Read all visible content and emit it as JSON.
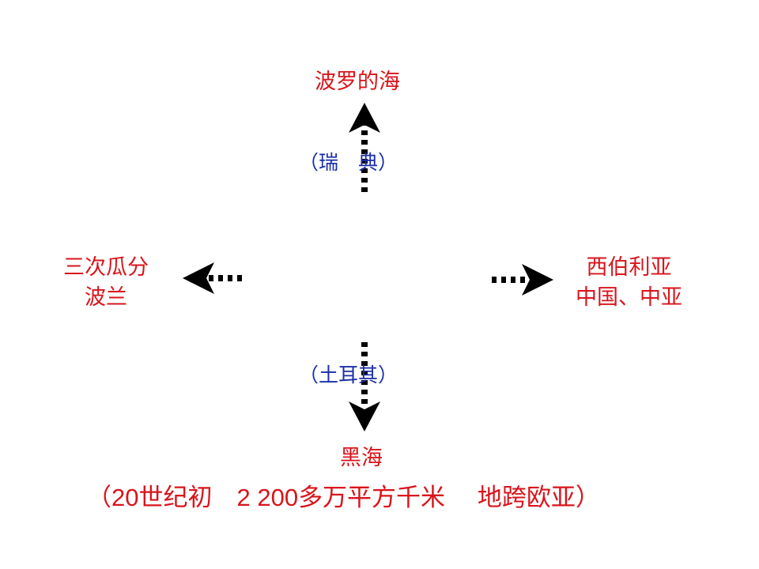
{
  "north": {
    "label": "波罗的海",
    "note": "（瑞　典）"
  },
  "west": {
    "line1": "三次瓜分",
    "line2": "波兰"
  },
  "east": {
    "line1": "西伯利亚",
    "line2": "中国、中亚"
  },
  "south": {
    "label": "黑海",
    "note": "（土耳其）"
  },
  "footer": {
    "open": "（",
    "year": "20",
    "era": "世纪初　",
    "area_num": "2 200",
    "area_text": "多万平方千米　 地跨欧亚",
    "close": "）"
  },
  "colors": {
    "destination_text": "#d9141b",
    "country_note_text": "#1a2ea8",
    "arrow": "#000000"
  }
}
